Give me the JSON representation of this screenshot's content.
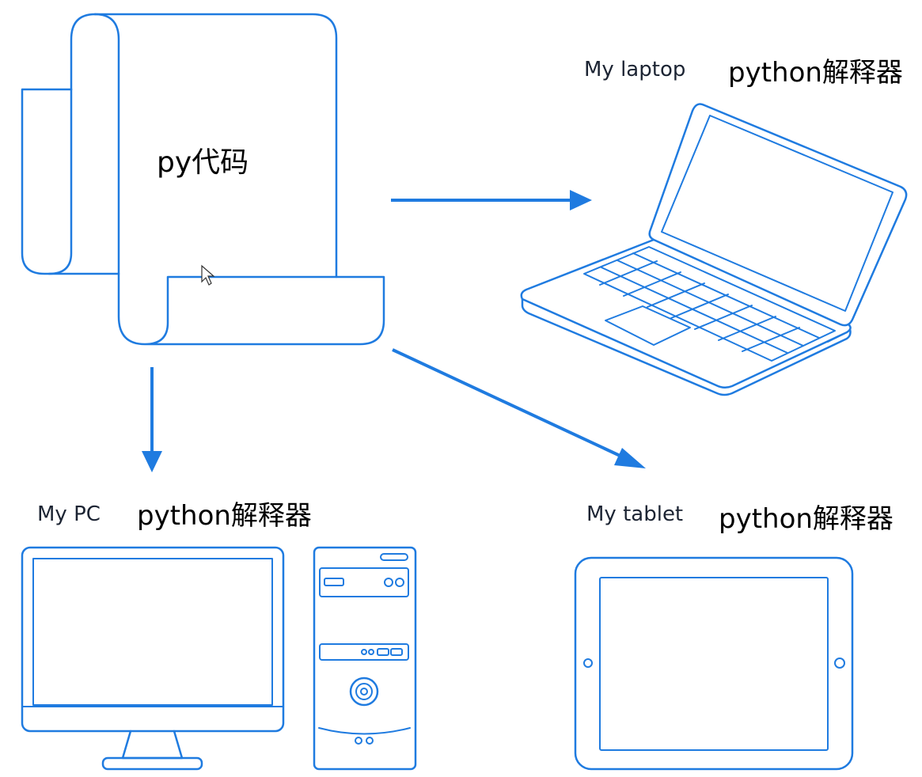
{
  "source": {
    "label": "py代码",
    "icon": "scroll-icon"
  },
  "targets": {
    "laptop": {
      "device": "My laptop",
      "interpreter": "python解释器",
      "icon": "laptop-icon"
    },
    "pc": {
      "device": "My PC",
      "interpreter": "python解释器",
      "icon": "desktop-pc-icon"
    },
    "tablet": {
      "device": "My tablet",
      "interpreter": "python解释器",
      "icon": "tablet-icon"
    }
  },
  "colors": {
    "accent": "#1f7be0"
  }
}
